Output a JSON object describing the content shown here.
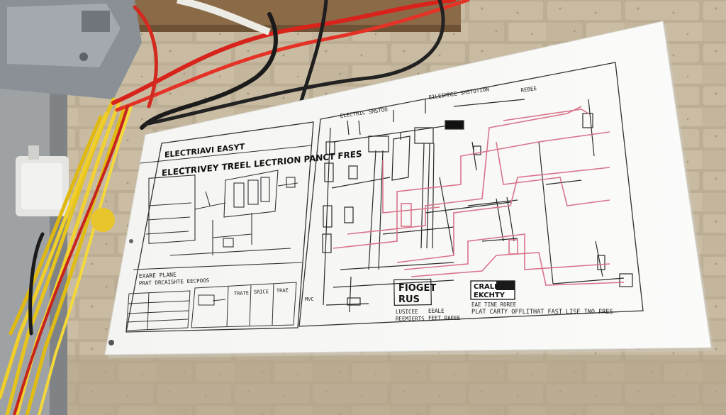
{
  "scene": {
    "subject": "Printed electrical wiring diagram poster mounted on a brick wall beside bundled electrical cables",
    "objects": [
      "wiring-diagram-poster",
      "brick-wall",
      "electrical-junction-box",
      "yellow-cables",
      "red-cables",
      "black-cables"
    ]
  },
  "poster": {
    "header_label": "ELECTRIAVI EASYT",
    "left_title": "ELECTRIVEY TREEL LECTRION PANCT FRES",
    "table_title": "EXARE PLANE",
    "table_subtitle": "PRAT DRCAISHTE EECPOOS",
    "table_cells": [
      "TRATE",
      "SRICE",
      "TRAE"
    ],
    "top_label_1": "ELECTRIC SMSTOO",
    "top_label_2": "EILEIMMEE SMSTOTION",
    "top_label_3": "REBEE",
    "box_label_1": "FIOGET",
    "box_label_2": "RUS",
    "below_box_1": "LUSICEE",
    "below_box_2": "EEALE",
    "below_box_3": "REEMIERTS",
    "below_box_4": "FEET RAEEE",
    "badge_line_1": "CRALE",
    "badge_line_2": "EKCHTY",
    "bottom_right_1": "EAE TINE ROREE",
    "bottom_right_2": "PLAT CARTY OFFLITHAT FAST LISE INO FRES",
    "side_label": "MVC"
  }
}
